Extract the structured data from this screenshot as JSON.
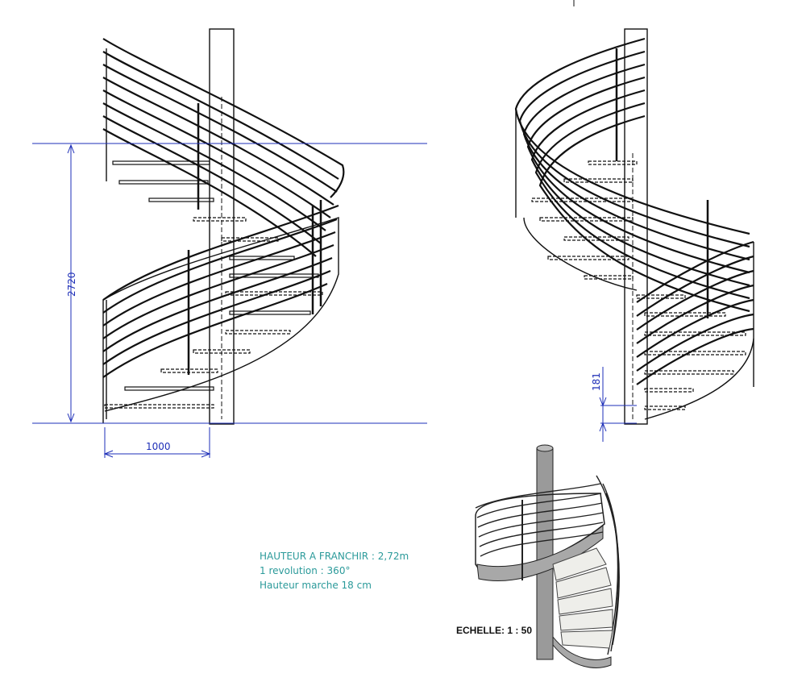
{
  "dimensions": {
    "height": "2720",
    "width": "1000",
    "step": "181"
  },
  "notes": [
    "HAUTEUR A FRANCHIR : 2,72m",
    "1 revolution : 360°",
    "Hauteur marche 18 cm"
  ],
  "scale_label": "ECHELLE: 1 : 50",
  "colors": {
    "dimension": "#1e2fb8",
    "note": "#2b9a9a",
    "line": "#111111"
  }
}
